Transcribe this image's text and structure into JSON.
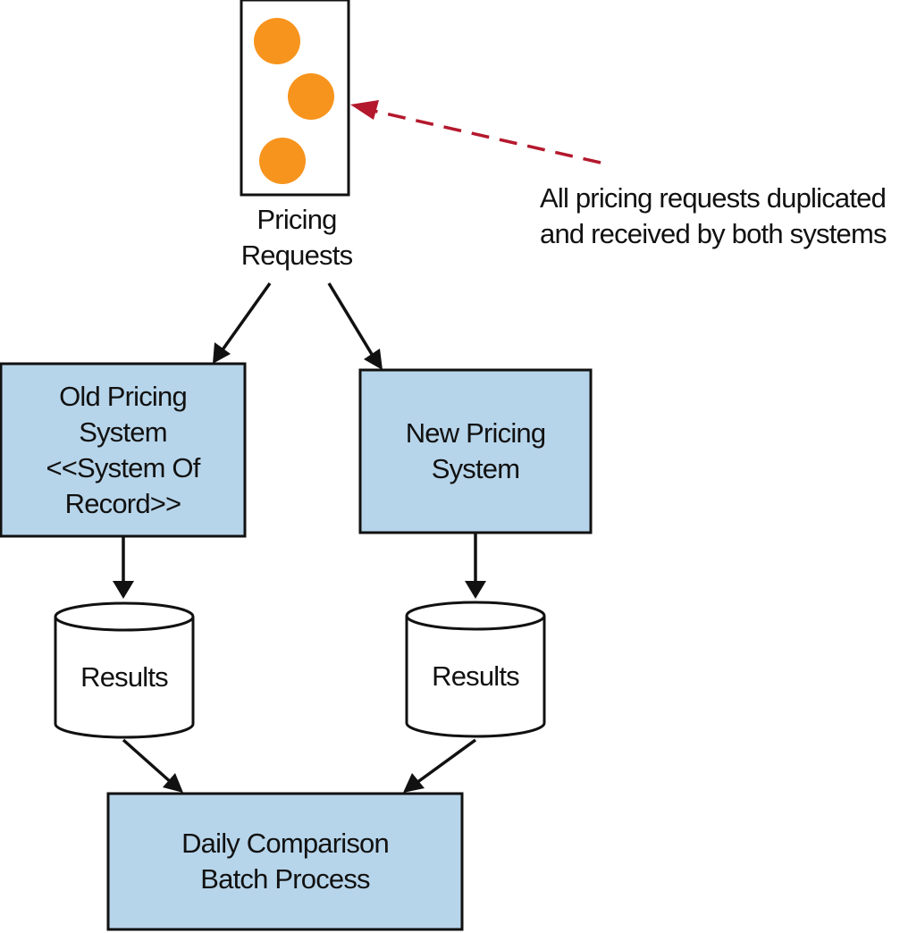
{
  "colors": {
    "box_fill": "#b7d5ea",
    "stroke": "#111111",
    "orange": "#f7941d",
    "callout_arrow": "#b4182d"
  },
  "queue": {
    "label_line1": "Pricing",
    "label_line2": "Requests",
    "message_count": 3
  },
  "callout": {
    "line1": "All pricing requests duplicated",
    "line2": "and received by both systems"
  },
  "old_system": {
    "line1": "Old Pricing",
    "line2": "System",
    "line3": "<<System Of",
    "line4": "Record>>"
  },
  "new_system": {
    "line1": "New Pricing",
    "line2": "System"
  },
  "old_results": {
    "label": "Results"
  },
  "new_results": {
    "label": "Results"
  },
  "batch": {
    "line1": "Daily Comparison",
    "line2": "Batch Process"
  }
}
